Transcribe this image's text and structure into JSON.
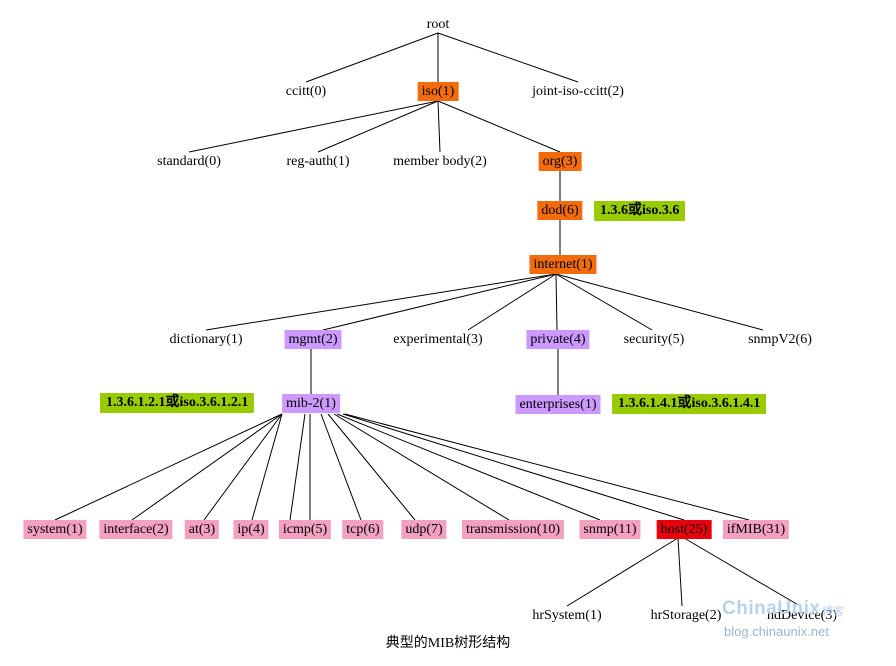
{
  "tree": {
    "root": "root",
    "ccitt": "ccitt(0)",
    "iso": "iso(1)",
    "joint": "joint-iso-ccitt(2)",
    "standard": "standard(0)",
    "reg_auth": "reg-auth(1)",
    "member_body": "member body(2)",
    "org": "org(3)",
    "dod": "dod(6)",
    "internet": "internet(1)",
    "dictionary": "dictionary(1)",
    "mgmt": "mgmt(2)",
    "experimental": "experimental(3)",
    "private": "private(4)",
    "security": "security(5)",
    "snmpv2": "snmpV2(6)",
    "mib2": "mib-2(1)",
    "enterprises": "enterprises(1)",
    "system": "system(1)",
    "interface": "interface(2)",
    "at": "at(3)",
    "ip": "ip(4)",
    "icmp": "icmp(5)",
    "tcp": "tcp(6)",
    "udp": "udp(7)",
    "transmission": "transmission(10)",
    "snmp": "snmp(11)",
    "host": "host(25)",
    "ifmib": "ifMIB(31)",
    "hrsystem": "hrSystem(1)",
    "hrstorage": "hrStorage(2)",
    "hrdevice": "hdDevice(3)"
  },
  "oid_labels": {
    "dod": "1.3.6或iso.3.6",
    "mib2": "1.3.6.1.2.1或iso.3.6.1.2.1",
    "enterprises": "1.3.6.1.4.1或iso.3.6.1.4.1"
  },
  "caption": "典型的MIB树形结构",
  "watermark": {
    "brand": "ChinaUnix",
    "blog": "博客",
    "url": "blog.chinaunix.net"
  },
  "colors": {
    "orange": "#f26b0c",
    "purple": "#cc99ff",
    "pink": "#f4a0c0",
    "red": "#e8000b",
    "oid_green": "#99cc00"
  }
}
